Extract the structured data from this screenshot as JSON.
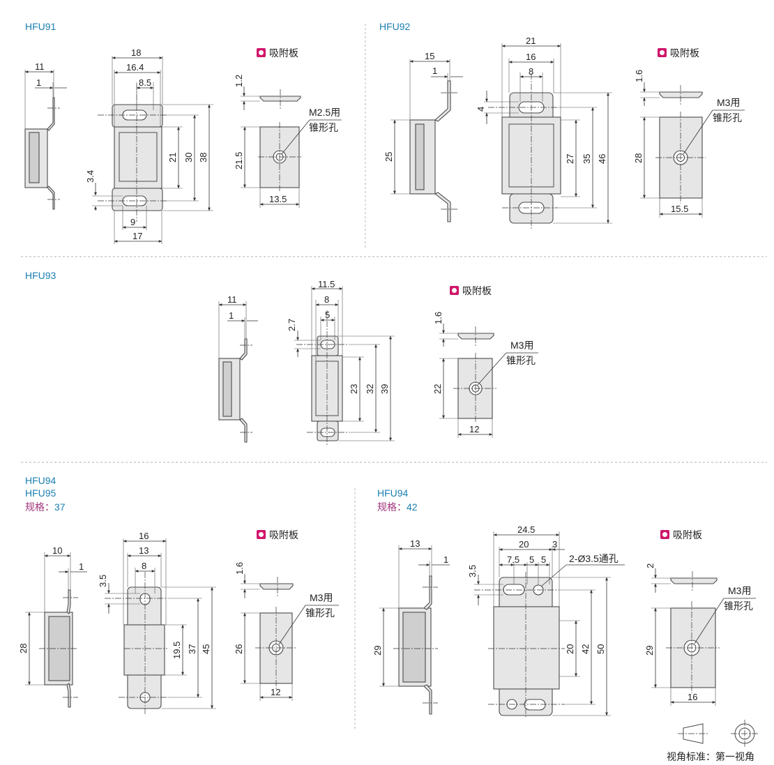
{
  "sections": {
    "hfu91": {
      "model": "HFU91",
      "plate_label": "吸附板",
      "hole_label_1": "M2.5用",
      "hole_label_2": "锥形孔",
      "dims": {
        "side_w": "11",
        "side_t": "1",
        "front_w1": "18",
        "front_w2": "16.4",
        "front_w3": "8.5",
        "front_slot": "3.4",
        "front_h1": "21",
        "front_h2": "30",
        "front_h3": "38",
        "front_b1": "9",
        "front_b2": "17",
        "plate_t": "1.2",
        "plate_h": "21.5",
        "plate_w": "13.5"
      }
    },
    "hfu92": {
      "model": "HFU92",
      "plate_label": "吸附板",
      "hole_label_1": "M3用",
      "hole_label_2": "锥形孔",
      "dims": {
        "side_w": "15",
        "side_t": "1",
        "side_h": "25",
        "front_w1": "21",
        "front_w2": "16",
        "front_w3": "8",
        "front_slot": "4",
        "front_h1": "27",
        "front_h2": "35",
        "front_h3": "46",
        "plate_t": "1.6",
        "plate_h": "28",
        "plate_w": "15.5"
      }
    },
    "hfu93": {
      "model": "HFU93",
      "plate_label": "吸附板",
      "hole_label_1": "M3用",
      "hole_label_2": "锥形孔",
      "dims": {
        "side_w": "11",
        "side_t": "1",
        "front_w1": "11.5",
        "front_w2": "8",
        "front_w3": "5",
        "front_slot": "2.7",
        "front_h1": "23",
        "front_h2": "32",
        "front_h3": "39",
        "plate_t": "1.6",
        "plate_h": "22",
        "plate_w": "12"
      }
    },
    "hfu94a": {
      "model_1": "HFU94",
      "model_2": "HFU95",
      "spec_label": "规格：",
      "spec_value": "37",
      "plate_label": "吸附板",
      "hole_label_1": "M3用",
      "hole_label_2": "锥形孔",
      "dims": {
        "side_w": "10",
        "side_t": "1",
        "side_h": "28",
        "front_w1": "16",
        "front_w2": "13",
        "front_w3": "8",
        "front_slot": "3.5",
        "front_h1": "19.5",
        "front_h2": "37",
        "front_h3": "45",
        "plate_t": "1.6",
        "plate_h": "26",
        "plate_w": "12"
      }
    },
    "hfu94b": {
      "model_1": "HFU94",
      "spec_label": "规格：",
      "spec_value": "42",
      "plate_label": "吸附板",
      "hole_label_1": "M3用",
      "hole_label_2": "锥形孔",
      "through_hole": "2-Ø3.5通孔",
      "dims": {
        "side_w": "13",
        "side_t": "1",
        "side_h": "29",
        "front_w1": "24.5",
        "front_w2": "20",
        "front_w3": "3",
        "front_p1": "7.5",
        "front_p2": "5",
        "front_p3": "5",
        "front_slot": "3.5",
        "front_h1": "20",
        "front_h2": "42",
        "front_h3": "50",
        "plate_t": "2",
        "plate_h": "29",
        "plate_w": "16"
      }
    }
  },
  "legend": {
    "label": "视角标准：第一视角"
  },
  "colors": {
    "model": "#1a7fb0",
    "spec": "#a0357a",
    "marker": "#d0166a"
  }
}
